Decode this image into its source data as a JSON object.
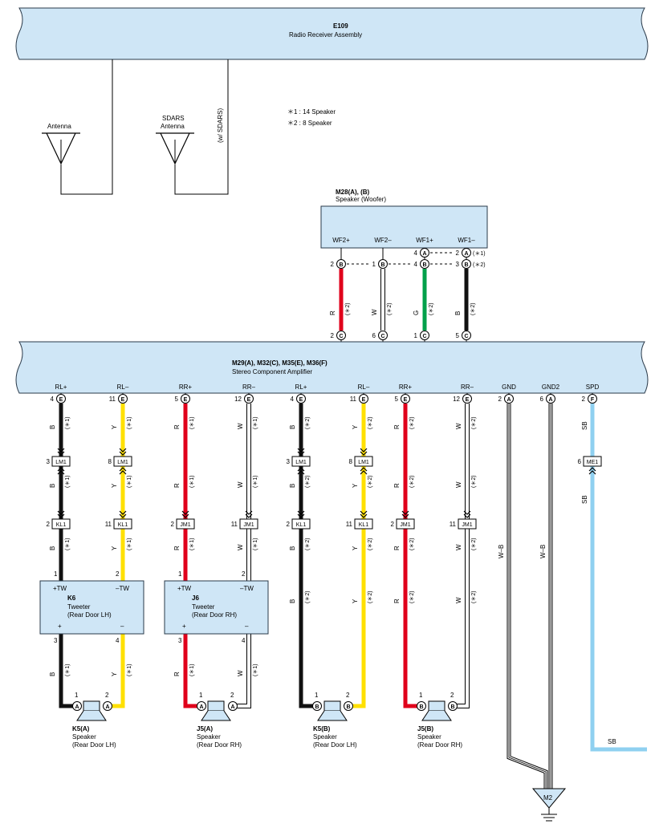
{
  "legend": {
    "note1": "＊1 : 14 Speaker",
    "note2": "＊2 : 8 Speaker"
  },
  "radio": {
    "code": "E109",
    "name": "Radio Receiver Assembly"
  },
  "antenna": {
    "label": "Antenna"
  },
  "sdars": {
    "line1": "SDARS",
    "line2": "Antenna",
    "cond": "(w/ SDARS)"
  },
  "woofer": {
    "code": "M28(A), (B)",
    "name": "Speaker (Woofer)",
    "pins": [
      "WF2+",
      "WF2–",
      "WF1+",
      "WF1–"
    ],
    "conn": [
      "B",
      "B",
      "B",
      "B"
    ],
    "pinB": [
      "2",
      "1",
      "4",
      "3"
    ],
    "pinA_left": [
      "4",
      "2"
    ],
    "connA": [
      "A",
      "A"
    ],
    "mark1": "(＊1)",
    "mark2": "(＊2)",
    "wires": [
      "R",
      "W",
      "G",
      "B"
    ],
    "wireNote": "(＊2)",
    "ampPins": [
      "2",
      "6",
      "1",
      "5"
    ],
    "ampConn": "C"
  },
  "amp": {
    "code": "M29(A), M32(C), M35(E), M36(F)",
    "name": "Stereo Component Amplifier",
    "labels": [
      "RL+",
      "RL–",
      "RR+",
      "RR–",
      "RL+",
      "RL–",
      "RR+",
      "RR–",
      "GND",
      "GND2",
      "SPD"
    ],
    "pins": [
      "4",
      "11",
      "5",
      "12",
      "4",
      "11",
      "5",
      "12",
      "2",
      "6",
      "2"
    ],
    "conn": [
      "E",
      "E",
      "E",
      "E",
      "E",
      "E",
      "E",
      "E",
      "A",
      "A",
      "F"
    ]
  },
  "wires": {
    "colors": [
      "B",
      "Y",
      "R",
      "W",
      "B",
      "Y",
      "R",
      "W"
    ],
    "notes": [
      "(＊1)",
      "(＊1)",
      "(＊1)",
      "(＊1)",
      "(＊2)",
      "(＊2)",
      "(＊2)",
      "(＊2)"
    ],
    "gnd1": "W–B",
    "gnd2": "W–B",
    "spd": "SB",
    "spd2": "SB",
    "spd3": "SB"
  },
  "junctions": {
    "lm": [
      "LM1",
      "LM1",
      "LM1",
      "LM1"
    ],
    "lmPins": [
      "3",
      "8",
      "3",
      "8"
    ],
    "kj": [
      "KL1",
      "KL1",
      "JM1",
      "JM1",
      "KL1",
      "KL1",
      "JM1",
      "JM1"
    ],
    "kjPins": [
      "2",
      "11",
      "2",
      "11",
      "2",
      "11",
      "2",
      "11"
    ],
    "me": "ME1",
    "mePin": "6"
  },
  "tweeters": [
    {
      "code": "K6",
      "name": "Tweeter",
      "loc": "(Rear Door LH)",
      "tl": "+TW",
      "tr": "–TW",
      "bl": "+",
      "br": "–",
      "p1": "1",
      "p2": "2",
      "p3": "3",
      "p4": "4"
    },
    {
      "code": "J6",
      "name": "Tweeter",
      "loc": "(Rear Door RH)",
      "tl": "+TW",
      "tr": "–TW",
      "bl": "+",
      "br": "–",
      "p1": "1",
      "p2": "2",
      "p3": "3",
      "p4": "4"
    }
  ],
  "speakers": [
    {
      "code": "K5(A)",
      "name": "Speaker",
      "loc": "(Rear Door LH)",
      "conn": "A",
      "p1": "1",
      "p2": "2"
    },
    {
      "code": "J5(A)",
      "name": "Speaker",
      "loc": "(Rear Door RH)",
      "conn": "A",
      "p1": "1",
      "p2": "2"
    },
    {
      "code": "K5(B)",
      "name": "Speaker",
      "loc": "(Rear Door LH)",
      "conn": "B",
      "p1": "1",
      "p2": "2"
    },
    {
      "code": "J5(B)",
      "name": "Speaker",
      "loc": "(Rear Door RH)",
      "conn": "B",
      "p1": "1",
      "p2": "2"
    }
  ],
  "ground": {
    "label": "M2"
  },
  "colors": {
    "box": "#cfe6f6",
    "boxStroke": "#2a3a4a",
    "red": "#e0001b",
    "yellow": "#ffe000",
    "green": "#00a04a",
    "black": "#111111",
    "sky": "#8fd0f0"
  }
}
